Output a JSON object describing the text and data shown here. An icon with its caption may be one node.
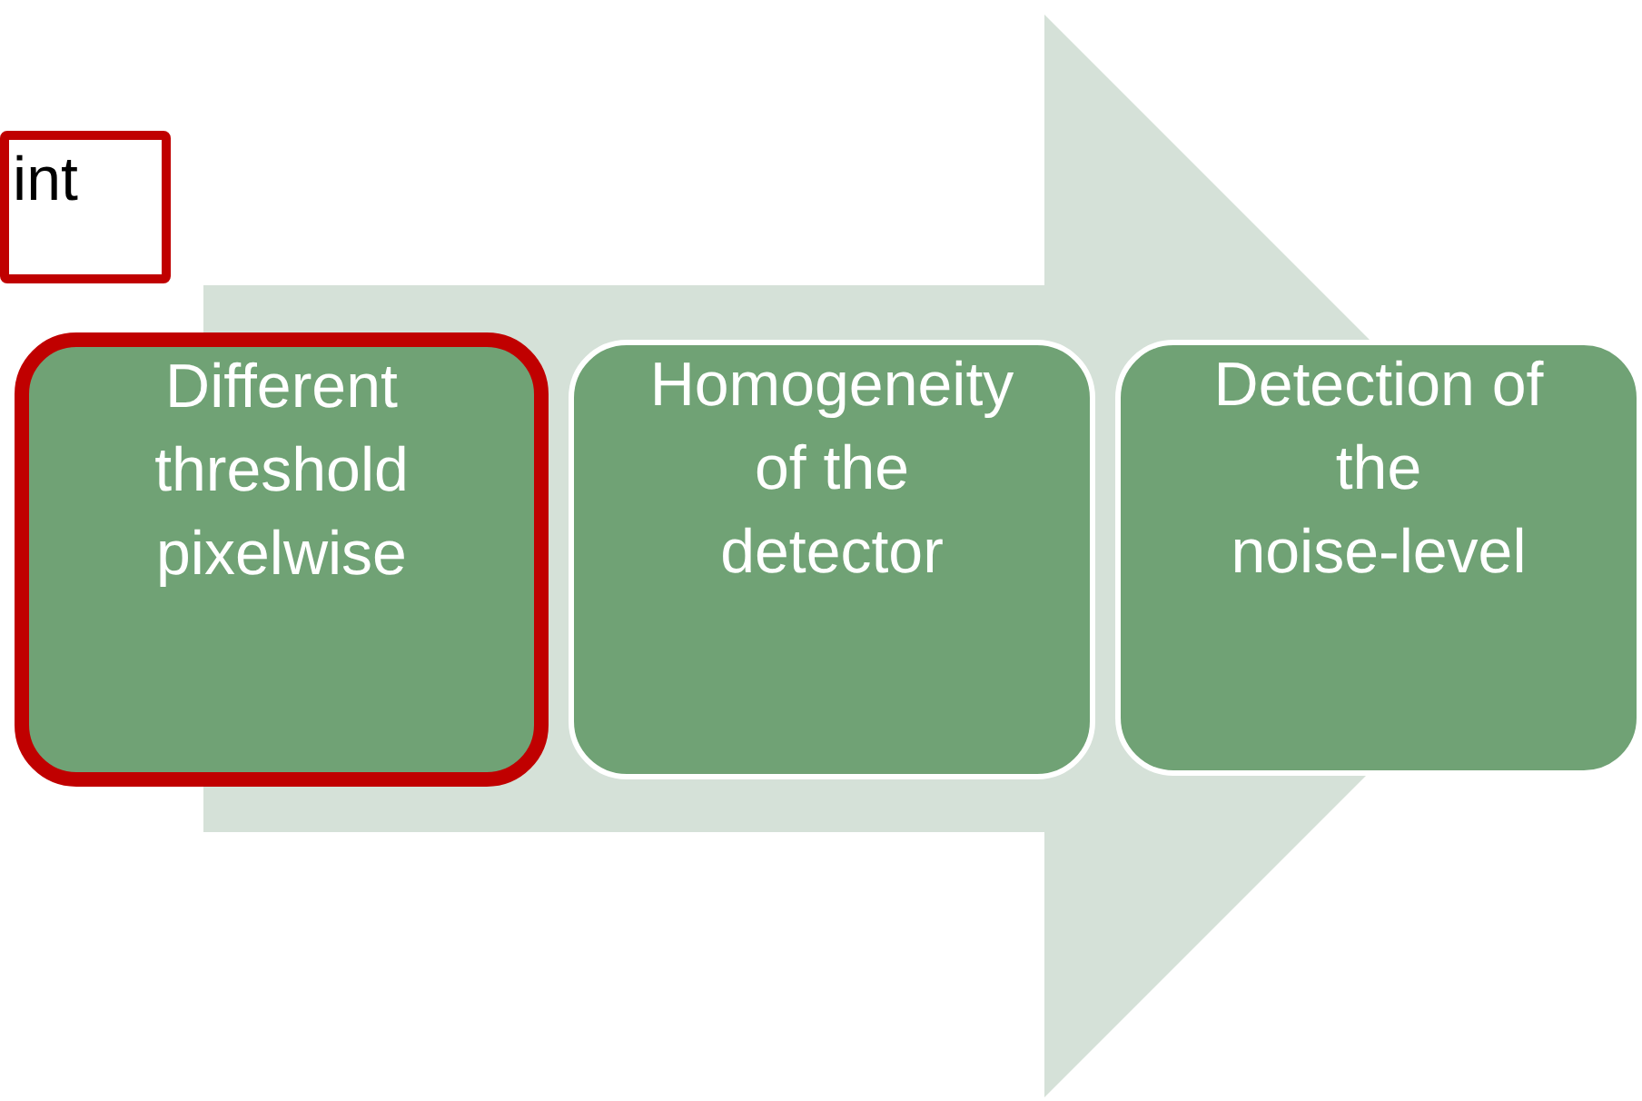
{
  "diagram": {
    "nodes": [
      {
        "text": [
          "int"
        ]
      },
      {
        "text": [
          "Different threshold pixelwise"
        ]
      },
      {
        "text": [
          "Homogeneity of the detector"
        ]
      },
      {
        "text": [
          "Detection of the noise-level"
        ]
      }
    ],
    "edges": [
      {
        "from": 1,
        "to": 3,
        "arrow": "to"
      }
    ]
  }
}
